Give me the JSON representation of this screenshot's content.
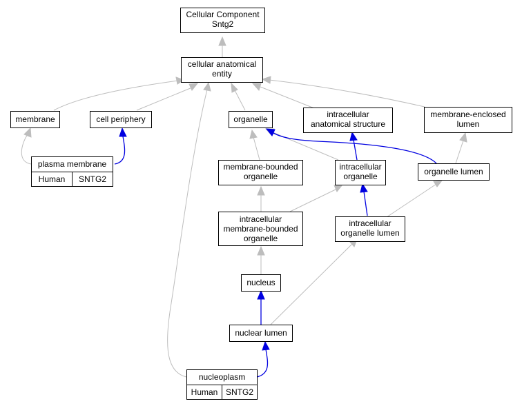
{
  "colors": {
    "is_a_edge": "#bdbdbd",
    "part_of_edge": "#0000e0",
    "annotation_fill": "#f05a46",
    "node_border": "#000000"
  },
  "nodes": {
    "root": {
      "line1": "Cellular Component",
      "line2": "Sntg2"
    },
    "cellular_anatomical_entity": {
      "line1": "cellular anatomical",
      "line2": "entity"
    },
    "membrane": {
      "label": "membrane"
    },
    "cell_periphery": {
      "label": "cell periphery"
    },
    "organelle": {
      "label": "organelle"
    },
    "intracellular_anatomical_structure": {
      "line1": "intracellular",
      "line2": "anatomical structure"
    },
    "membrane_enclosed_lumen": {
      "line1": "membrane-enclosed",
      "line2": "lumen"
    },
    "plasma_membrane": {
      "label": "plasma membrane",
      "species": "Human",
      "gene": "SNTG2"
    },
    "membrane_bounded_organelle": {
      "line1": "membrane-bounded",
      "line2": "organelle"
    },
    "intracellular_organelle": {
      "line1": "intracellular",
      "line2": "organelle"
    },
    "organelle_lumen": {
      "label": "organelle lumen"
    },
    "intracellular_membrane_bounded_organelle": {
      "line1": "intracellular",
      "line2": "membrane-bounded",
      "line3": "organelle"
    },
    "intracellular_organelle_lumen": {
      "line1": "intracellular",
      "line2": "organelle lumen"
    },
    "nucleus": {
      "label": "nucleus"
    },
    "nuclear_lumen": {
      "label": "nuclear lumen"
    },
    "nucleoplasm": {
      "label": "nucleoplasm",
      "species": "Human",
      "gene": "SNTG2"
    }
  }
}
